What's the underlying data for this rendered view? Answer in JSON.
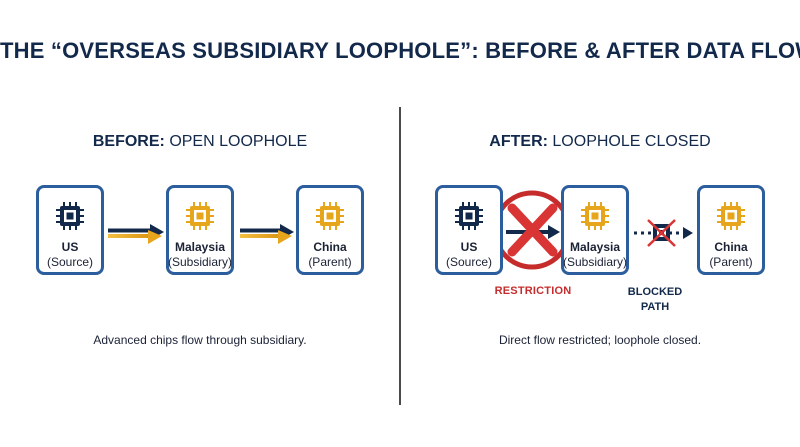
{
  "title": "THE “OVERSEAS SUBSIDIARY LOOPHOLE”: BEFORE & AFTER DATA FLOW",
  "before": {
    "heading_strong": "BEFORE:",
    "heading_light": "OPEN LOOPHOLE",
    "nodes": [
      {
        "name": "US",
        "role": "(Source)",
        "icon": "chip-dark-icon"
      },
      {
        "name": "Malaysia",
        "role": "(Subsidiary)",
        "icon": "chip-gold-icon"
      },
      {
        "name": "China",
        "role": "(Parent)",
        "icon": "chip-gold-icon"
      }
    ],
    "caption": "Advanced chips flow through subsidiary."
  },
  "after": {
    "heading_strong": "AFTER:",
    "heading_light": "LOOPHOLE CLOSED",
    "nodes": [
      {
        "name": "US",
        "role": "(Source)",
        "icon": "chip-dark-icon"
      },
      {
        "name": "Malaysia",
        "role": "(Subsidiary)",
        "icon": "chip-gold-icon"
      },
      {
        "name": "China",
        "role": "(Parent)",
        "icon": "chip-gold-icon"
      }
    ],
    "restriction_label": "RESTRICTION",
    "blocked_label_line1": "BLOCKED",
    "blocked_label_line2": "PATH",
    "caption": "Direct flow restricted; loophole closed."
  },
  "colors": {
    "navy": "#13294b",
    "node_border": "#2c5e9e",
    "gold": "#e7a51b",
    "red": "#c62c2c"
  }
}
